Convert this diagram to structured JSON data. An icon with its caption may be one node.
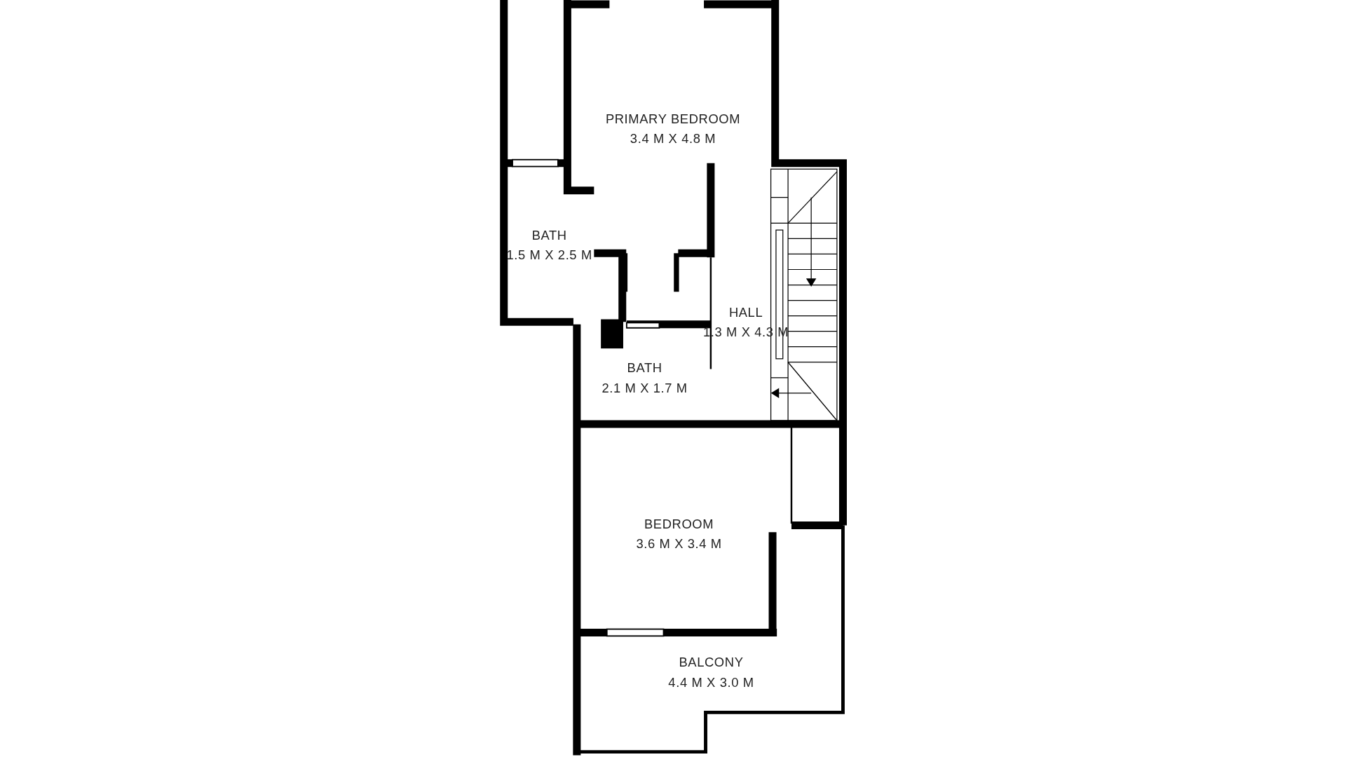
{
  "diagram": {
    "nodes": [
      {
        "text": [
          "PRIMARY BEDROOM",
          "3.4 M X 4.8 M"
        ]
      },
      {
        "text": [
          "BATH",
          "1.5 M X 2.5 M"
        ]
      },
      {
        "text": [
          "HALL",
          "1.3 M X 4.3 M"
        ]
      },
      {
        "text": [
          "BATH",
          "2.1 M X 1.7 M"
        ]
      },
      {
        "text": [
          "BEDROOM",
          "3.6 M X 3.4 M"
        ]
      },
      {
        "text": [
          "BALCONY",
          "4.4 M X 3.0 M"
        ]
      }
    ]
  }
}
